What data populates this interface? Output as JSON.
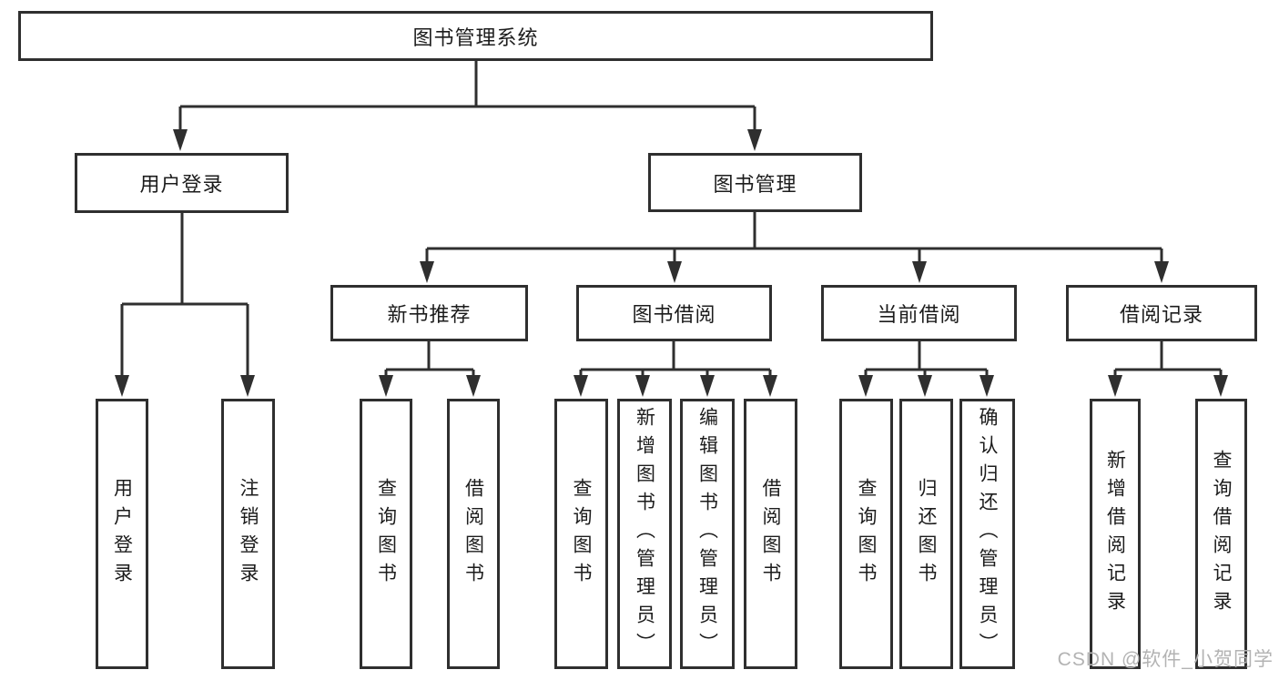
{
  "diagram": {
    "root": {
      "label": "图书管理系统"
    },
    "level2": [
      {
        "label": "用户登录"
      },
      {
        "label": "图书管理"
      }
    ],
    "level3": [
      {
        "label": "新书推荐"
      },
      {
        "label": "图书借阅"
      },
      {
        "label": "当前借阅"
      },
      {
        "label": "借阅记录"
      }
    ],
    "leaves": [
      {
        "label": "用户登录"
      },
      {
        "label": "注销登录"
      },
      {
        "label": "查询图书"
      },
      {
        "label": "借阅图书"
      },
      {
        "label": "查询图书"
      },
      {
        "label": "新增图书（管理员）"
      },
      {
        "label": "编辑图书（管理员）"
      },
      {
        "label": "借阅图书"
      },
      {
        "label": "查询图书"
      },
      {
        "label": "归还图书"
      },
      {
        "label": "确认归还（管理员）"
      },
      {
        "label": "新增借阅记录"
      },
      {
        "label": "查询借阅记录"
      }
    ],
    "colors": {
      "line": "#2f2f2f",
      "text": "#1c1c1c",
      "background": "#ffffff",
      "watermark": "#b3b3b3"
    }
  },
  "watermark": {
    "text": "CSDN @软件_小贺同学"
  }
}
